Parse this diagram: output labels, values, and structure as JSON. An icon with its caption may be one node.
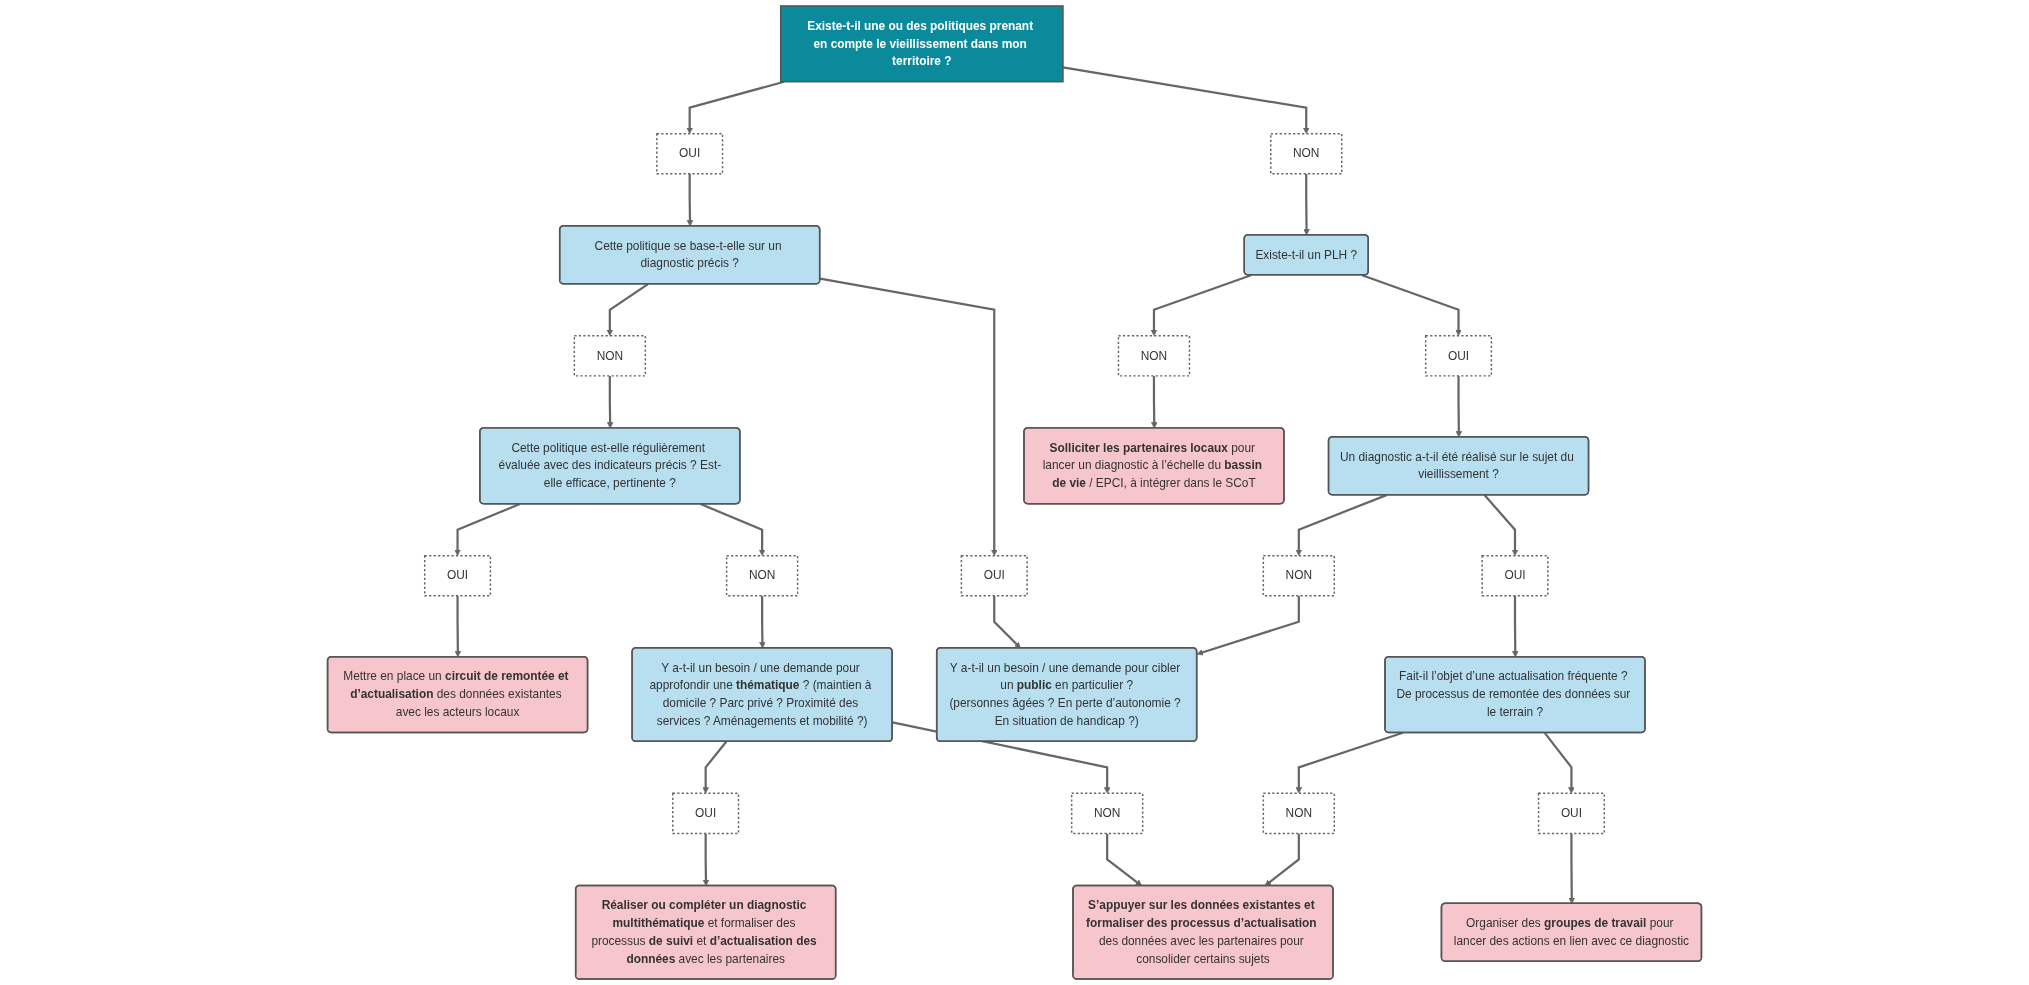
{
  "diagram": {
    "nodes": [
      {
        "text": [
          "Existe-t-il une ou des politiques prenant en compte le vieillissement dans mon territoire ?"
        ]
      },
      {
        "text": [
          "OUI"
        ]
      },
      {
        "text": [
          "NON"
        ]
      },
      {
        "text": [
          "**Solliciter les partenaires locaux** pour lancer un diagnostic à l’échelle du **bassin de vie** / EPCI, à intégrer dans le SCoT"
        ]
      },
      {
        "text": [
          "Existe-t-il un PLH ?"
        ]
      },
      {
        "text": [
          "Cette politique se base-t-elle sur un diagnostic précis ?"
        ]
      },
      {
        "text": [
          "NON"
        ]
      },
      {
        "text": [
          "OUI"
        ]
      },
      {
        "text": [
          "Un diagnostic a-t-il été réalisé sur le sujet du vieillissement ?"
        ]
      },
      {
        "text": [
          "NON"
        ]
      },
      {
        "text": [
          "OUI"
        ]
      },
      {
        "text": [
          "Y a-t-il un besoin / une demande pour cibler un **public** en particulier ?",
          "(personnes âgées ? En perte d’autonomie ? En situation de handicap ?)"
        ]
      },
      {
        "text": [
          "NON"
        ]
      },
      {
        "text": [
          "OUI"
        ]
      },
      {
        "text": [
          "Cette politique est-elle régulièrement évaluée avec des indicateurs précis ? Est-elle efficace, pertinente ?"
        ]
      },
      {
        "text": [
          "Y a-t-il un besoin / une demande pour approfondir une **thématique** ? (maintien à domicile ? Parc privé ? Proximité des services ? Aménagements et mobilité ?)"
        ]
      },
      {
        "text": [
          "Fait-il l’objet d’une actualisation fréquente ? De processus de remontée des données sur le terrain ?"
        ]
      },
      {
        "text": [
          "OUI"
        ]
      },
      {
        "text": [
          "NON"
        ]
      },
      {
        "text": [
          "OUI"
        ]
      },
      {
        "text": [
          "NON"
        ]
      },
      {
        "text": [
          "NON"
        ]
      },
      {
        "text": [
          "OUI"
        ]
      },
      {
        "text": [
          "Mettre en place un **circuit de remontée et d’actualisation** des données existantes avec les acteurs locaux"
        ]
      },
      {
        "text": [
          "**Réaliser ou compléter un diagnostic multithématique** et formaliser des processus **de suivi** et **d’actualisation des données** avec les partenaires"
        ]
      },
      {
        "text": [
          "**S’appuyer sur les données existantes et formaliser des processus d’actualisation** des données avec les partenaires pour consolider certains sujets"
        ]
      },
      {
        "text": [
          "Organiser des **groupes de travail** pour lancer des actions en lien avec ce diagnostic"
        ]
      }
    ],
    "edges": [
      {
        "from": 0,
        "to": 1,
        "arrow": "to"
      },
      {
        "from": 0,
        "to": 2,
        "arrow": "to"
      },
      {
        "from": 1,
        "to": 5,
        "arrow": "to"
      },
      {
        "from": 2,
        "to": 4,
        "arrow": "to"
      },
      {
        "from": 4,
        "to": 6,
        "arrow": "to"
      },
      {
        "from": 4,
        "to": 7,
        "arrow": "to"
      },
      {
        "from": 6,
        "to": 3,
        "arrow": "to"
      },
      {
        "from": 7,
        "to": 8,
        "arrow": "to"
      },
      {
        "from": 5,
        "to": 9,
        "arrow": "to"
      },
      {
        "from": 5,
        "to": 10,
        "arrow": "to"
      },
      {
        "from": 10,
        "to": 11,
        "arrow": "to"
      },
      {
        "from": 9,
        "to": 14,
        "arrow": "to"
      },
      {
        "from": 8,
        "to": 12,
        "arrow": "to"
      },
      {
        "from": 8,
        "to": 13,
        "arrow": "to"
      },
      {
        "from": 12,
        "to": 11,
        "arrow": "to"
      },
      {
        "from": 13,
        "to": 16,
        "arrow": "to"
      },
      {
        "from": 14,
        "to": 17,
        "arrow": "to"
      },
      {
        "from": 14,
        "to": 18,
        "arrow": "to"
      },
      {
        "from": 18,
        "to": 15,
        "arrow": "to"
      },
      {
        "from": 15,
        "to": 19,
        "arrow": "to"
      },
      {
        "from": 15,
        "to": 20,
        "arrow": "to"
      },
      {
        "from": 16,
        "to": 21,
        "arrow": "to"
      },
      {
        "from": 16,
        "to": 22,
        "arrow": "to"
      },
      {
        "from": 17,
        "to": 23,
        "arrow": "to"
      },
      {
        "from": 19,
        "to": 24,
        "arrow": "to"
      },
      {
        "from": 20,
        "to": 25,
        "arrow": "to"
      },
      {
        "from": 21,
        "to": 25,
        "arrow": "to"
      },
      {
        "from": 22,
        "to": 26,
        "arrow": "to"
      }
    ]
  }
}
